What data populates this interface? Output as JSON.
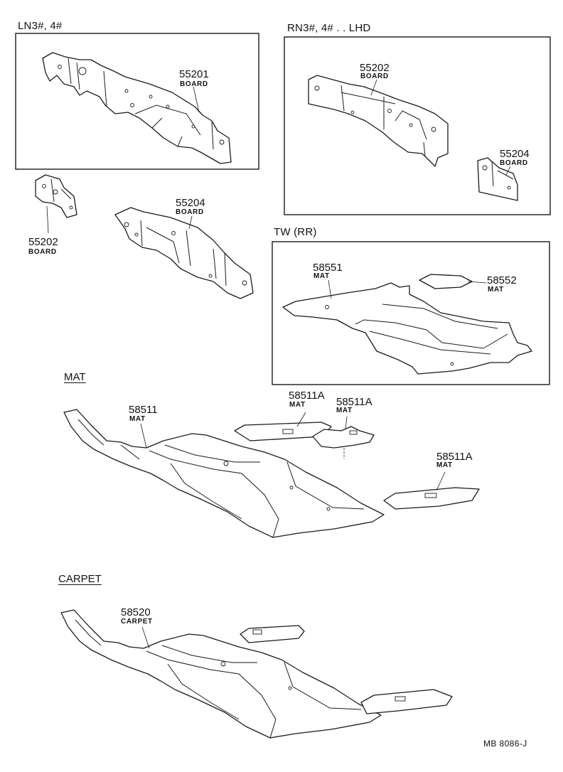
{
  "diagram": {
    "groups": {
      "ln": "LN3#, 4#",
      "rn": "RN3#, 4# . . LHD",
      "tw": "TW (RR)"
    },
    "sections": {
      "mat": "MAT",
      "carpet": "CARPET"
    },
    "callouts": [
      {
        "id": "c1",
        "number": "55201",
        "name": "BOARD"
      },
      {
        "id": "c2",
        "number": "55202",
        "name": "BOARD"
      },
      {
        "id": "c3",
        "number": "55204",
        "name": "BOARD"
      },
      {
        "id": "c4",
        "number": "55202",
        "name": "BOARD"
      },
      {
        "id": "c5",
        "number": "55204",
        "name": "BOARD"
      },
      {
        "id": "c6",
        "number": "58551",
        "name": "MAT"
      },
      {
        "id": "c7",
        "number": "58552",
        "name": "MAT"
      },
      {
        "id": "c8",
        "number": "58511",
        "name": "MAT"
      },
      {
        "id": "c9",
        "number": "58511A",
        "name": "MAT"
      },
      {
        "id": "c10",
        "number": "58511A",
        "name": "MAT"
      },
      {
        "id": "c11",
        "number": "58511A",
        "name": "MAT"
      },
      {
        "id": "c12",
        "number": "58520",
        "name": "CARPET"
      }
    ],
    "figure_code": "MB 8086-J"
  }
}
